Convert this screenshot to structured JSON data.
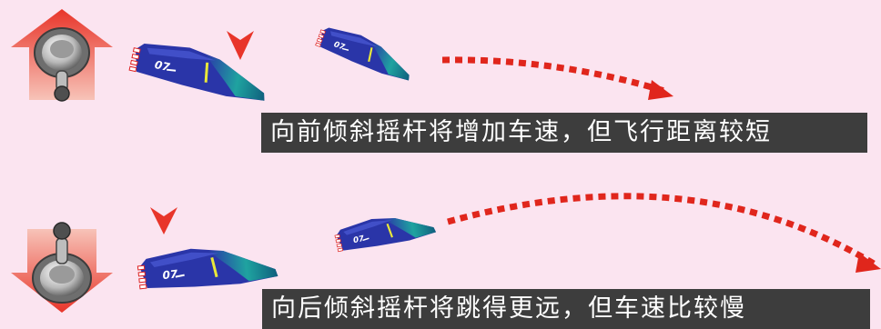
{
  "forward": {
    "caption": "向前倾斜摇杆将增加车速，但飞行距离较短",
    "joystick_icon": "joystick-tilt-forward-icon",
    "arrow_icon": "up-arrow-icon"
  },
  "backward": {
    "caption": "向后倾斜摇杆将跳得更远，但车速比较慢",
    "joystick_icon": "joystick-tilt-backward-icon",
    "arrow_icon": "down-arrow-icon"
  },
  "car": {
    "number": "07"
  },
  "colors": {
    "background": "#fbe4f0",
    "arrow_red": "#e8352a",
    "car_blue": "#2a35a8",
    "car_nose": "#1fa3a0",
    "caption_bg": "#3d3d3d",
    "trajectory": "#e0261c"
  }
}
